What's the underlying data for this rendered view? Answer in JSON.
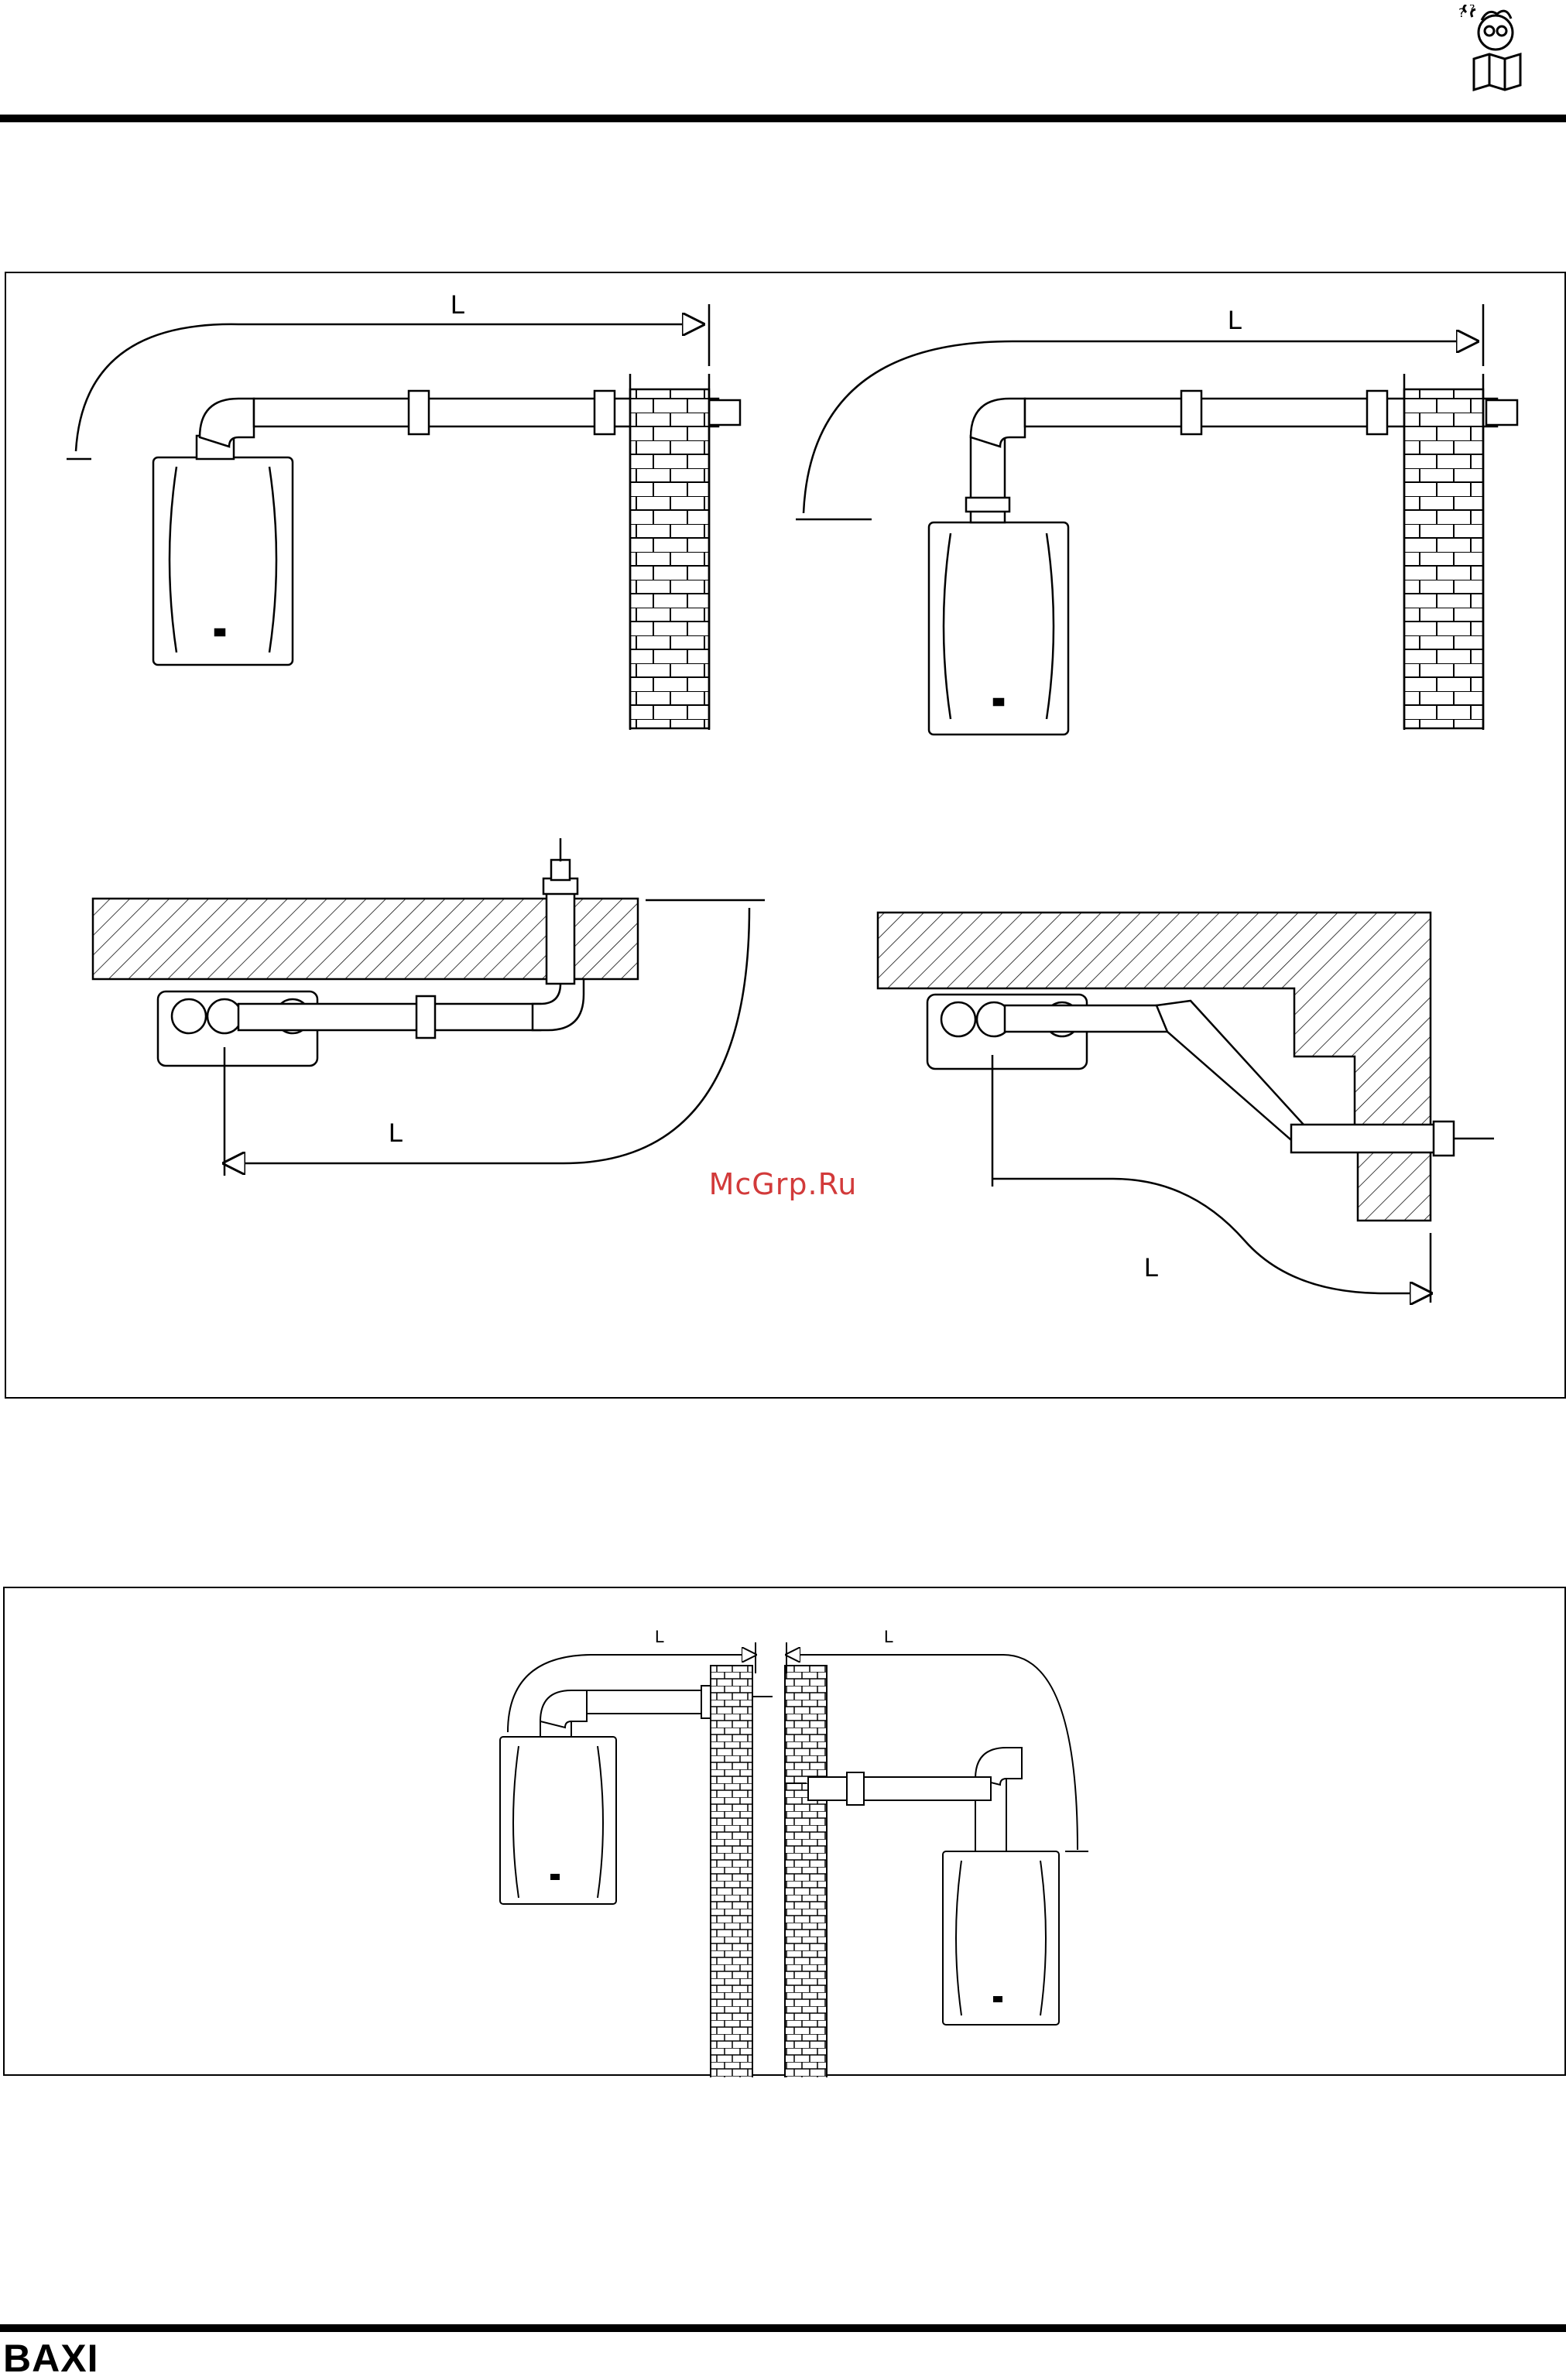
{
  "header": {
    "mascot_icon": "reading-man-icon"
  },
  "figure_top": {
    "dimension_labels": [
      "L",
      "L",
      "L",
      "L"
    ]
  },
  "figure_bottom": {
    "dimension_labels": [
      "L",
      "L"
    ]
  },
  "watermark": {
    "text": "McGrp.Ru",
    "color": "#d23a3a"
  },
  "footer": {
    "brand": "BAXI"
  }
}
